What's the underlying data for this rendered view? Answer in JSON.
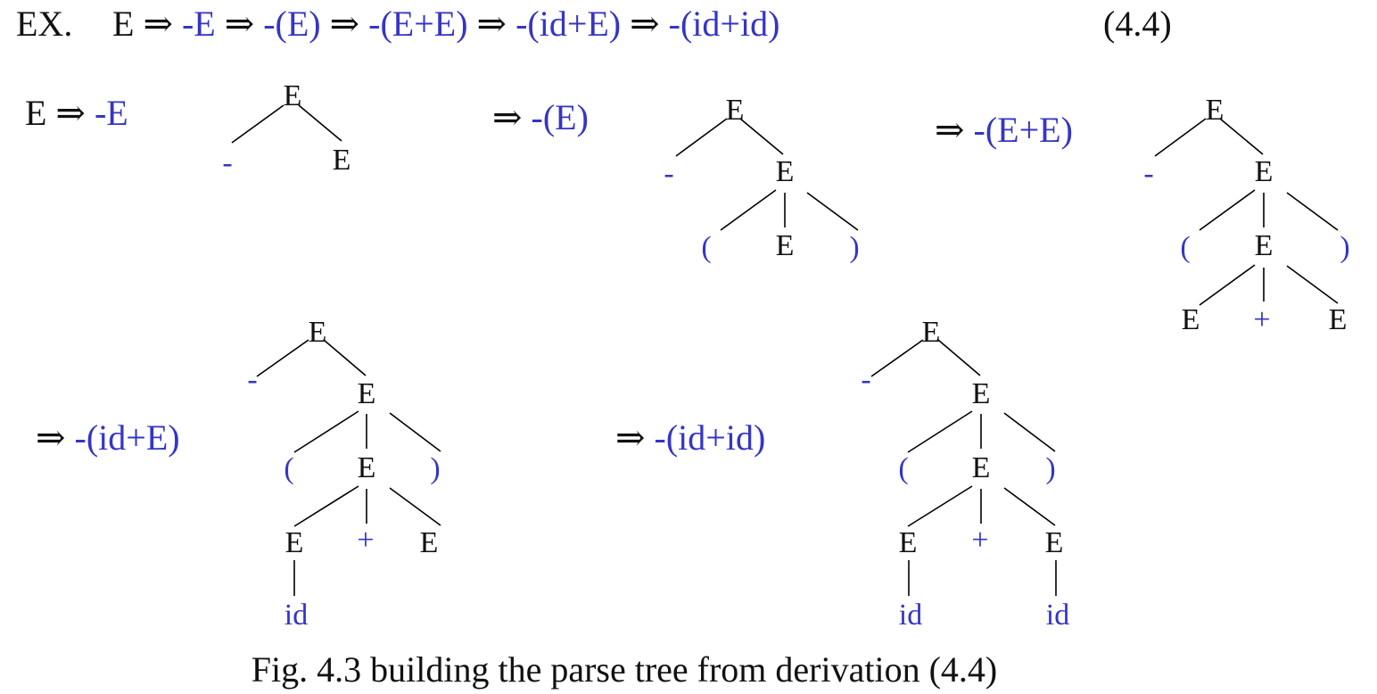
{
  "colors": {
    "black": "#111111",
    "blue": "#3535c4"
  },
  "header": {
    "ex_label": "EX.",
    "derivation": [
      {
        "text": "E",
        "color": "black"
      },
      {
        "text": " ⇒ ",
        "color": "black"
      },
      {
        "text": "-E",
        "color": "blue"
      },
      {
        "text": " ⇒ ",
        "color": "black"
      },
      {
        "text": "-(E)",
        "color": "blue"
      },
      {
        "text": " ⇒ ",
        "color": "black"
      },
      {
        "text": "-(E+E)",
        "color": "blue"
      },
      {
        "text": " ⇒ ",
        "color": "black"
      },
      {
        "text": "-(id+E)",
        "color": "blue"
      },
      {
        "text": " ⇒ ",
        "color": "black"
      },
      {
        "text": "-(id+id)",
        "color": "blue"
      }
    ],
    "equation_number": "(4.4)"
  },
  "steps": [
    {
      "arrow_prefix": "E ⇒ ",
      "sentential_form": "-E"
    },
    {
      "arrow_prefix": "⇒ ",
      "sentential_form": "-(E)"
    },
    {
      "arrow_prefix": "⇒ ",
      "sentential_form": "-(E+E)"
    },
    {
      "arrow_prefix": "⇒ ",
      "sentential_form": "-(id+E)"
    },
    {
      "arrow_prefix": "⇒ ",
      "sentential_form": "-(id+id)"
    }
  ],
  "trees": [
    {
      "nodes": [
        {
          "label": "E",
          "color": "black"
        },
        {
          "label": "-",
          "color": "blue"
        },
        {
          "label": "E",
          "color": "black"
        }
      ]
    },
    {
      "nodes": [
        {
          "label": "E",
          "color": "black"
        },
        {
          "label": "-",
          "color": "blue"
        },
        {
          "label": "E",
          "color": "black"
        },
        {
          "label": "(",
          "color": "blue"
        },
        {
          "label": "E",
          "color": "black"
        },
        {
          "label": ")",
          "color": "blue"
        }
      ]
    },
    {
      "nodes": [
        {
          "label": "E",
          "color": "black"
        },
        {
          "label": "-",
          "color": "blue"
        },
        {
          "label": "E",
          "color": "black"
        },
        {
          "label": "(",
          "color": "blue"
        },
        {
          "label": "E",
          "color": "black"
        },
        {
          "label": ")",
          "color": "blue"
        },
        {
          "label": "E",
          "color": "black"
        },
        {
          "label": "+",
          "color": "blue"
        },
        {
          "label": "E",
          "color": "black"
        }
      ]
    },
    {
      "nodes": [
        {
          "label": "E",
          "color": "black"
        },
        {
          "label": "-",
          "color": "blue"
        },
        {
          "label": "E",
          "color": "black"
        },
        {
          "label": "(",
          "color": "blue"
        },
        {
          "label": "E",
          "color": "black"
        },
        {
          "label": ")",
          "color": "blue"
        },
        {
          "label": "E",
          "color": "black"
        },
        {
          "label": "+",
          "color": "blue"
        },
        {
          "label": "E",
          "color": "black"
        },
        {
          "label": "id",
          "color": "blue"
        }
      ]
    },
    {
      "nodes": [
        {
          "label": "E",
          "color": "black"
        },
        {
          "label": "-",
          "color": "blue"
        },
        {
          "label": "E",
          "color": "black"
        },
        {
          "label": "(",
          "color": "blue"
        },
        {
          "label": "E",
          "color": "black"
        },
        {
          "label": ")",
          "color": "blue"
        },
        {
          "label": "E",
          "color": "black"
        },
        {
          "label": "+",
          "color": "blue"
        },
        {
          "label": "E",
          "color": "black"
        },
        {
          "label": "id",
          "color": "blue"
        },
        {
          "label": "id",
          "color": "blue"
        }
      ]
    }
  ],
  "caption": "Fig. 4.3 building the parse tree from derivation (4.4)"
}
